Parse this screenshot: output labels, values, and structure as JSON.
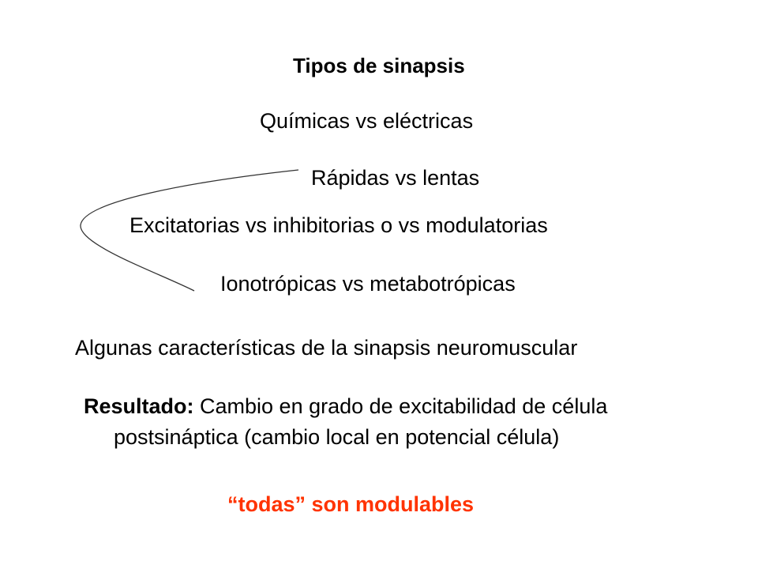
{
  "slide": {
    "title": "Tipos de sinapsis",
    "items": [
      "Químicas vs eléctricas",
      "Rápidas vs lentas",
      "Excitatorias vs inhibitorias o vs modulatorias",
      "Ionotrópicas vs metabotrópicas",
      "Algunas características de la sinapsis neuromuscular"
    ],
    "result_label": "Resultado:",
    "result_text_1": " Cambio en grado de excitabilidad de célula",
    "result_text_2": "postsináptica (cambio local en potencial célula)",
    "footer": "“todas” son modulables"
  },
  "colors": {
    "text": "#000000",
    "accent": "#ff3300",
    "arc": "#333333"
  }
}
